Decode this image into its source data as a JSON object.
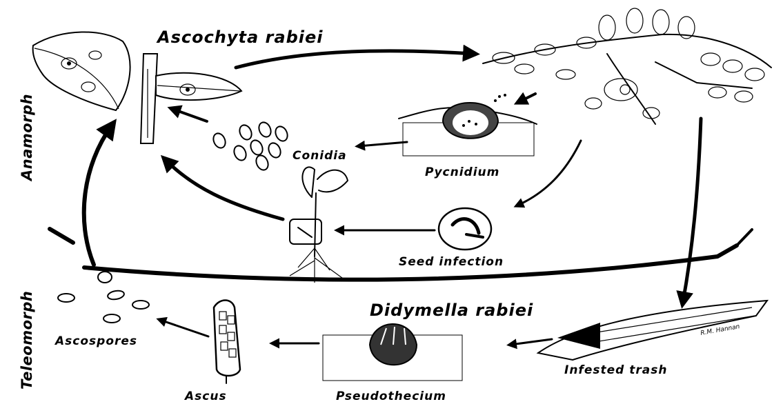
{
  "title_anamorph_species": "Ascochyta rabiei",
  "title_teleomorph_species": "Didymella rabiei",
  "phase_labels": {
    "anamorph": "Anamorph",
    "teleomorph": "Teleomorph"
  },
  "stage_labels": {
    "conidia": "Conidia",
    "pycnidium": "Pycnidium",
    "seed_infection": "Seed infection",
    "infested_trash": "Infested trash",
    "pseudothecium": "Pseudothecium",
    "ascus": "Ascus",
    "ascospores": "Ascospores"
  },
  "artist_signature": "R.M. Hannan"
}
